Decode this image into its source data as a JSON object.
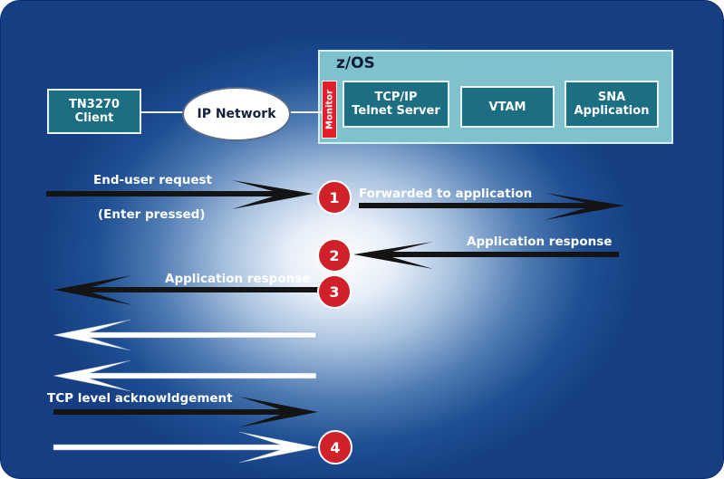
{
  "nodes": {
    "client": "TN3270\nClient",
    "network": "IP Network",
    "zos_title": "z/OS",
    "monitor": "Monitor",
    "telnet_server": "TCP/IP\nTelnet Server",
    "vtam": "VTAM",
    "sna_app": "SNA\nApplication"
  },
  "labels": {
    "end_user_request": "End-user request",
    "enter_pressed": "(Enter pressed)",
    "forwarded": "Forwarded to application",
    "app_response_right": "Application response",
    "app_response_left": "Application response",
    "tcp_ack": "TCP level acknowldgement"
  },
  "steps": [
    "1",
    "2",
    "3",
    "4"
  ],
  "colors": {
    "box_fill": "#1c6e83",
    "zos_fill": "#7fc2cb",
    "monitor_fill": "#e21f2a",
    "step_fill": "#d0202a",
    "dark_arrow": "#141414",
    "light_arrow": "#ffffff"
  }
}
